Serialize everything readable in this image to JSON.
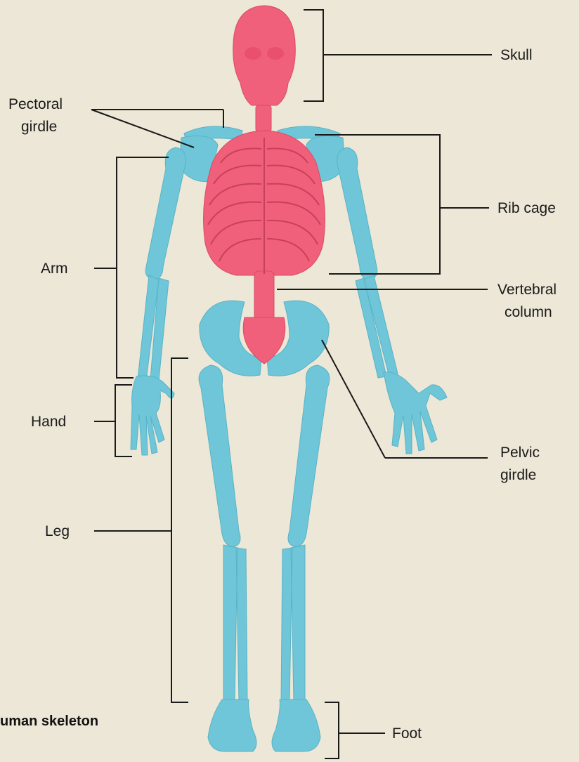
{
  "labels": {
    "skull": "Skull",
    "pectoral_girdle_line1": "Pectoral",
    "pectoral_girdle_line2": "girdle",
    "rib_cage": "Rib cage",
    "arm": "Arm",
    "vertebral_column_line1": "Vertebral",
    "vertebral_column_line2": "column",
    "hand": "Hand",
    "pelvic_girdle_line1": "Pelvic",
    "pelvic_girdle_line2": "girdle",
    "leg": "Leg",
    "foot": "Foot"
  },
  "caption": "uman skeleton",
  "colors": {
    "axial": "#f0607a",
    "appendicular": "#6ec6d8",
    "background": "#ece7d6",
    "lines": "#1a1a1a"
  }
}
